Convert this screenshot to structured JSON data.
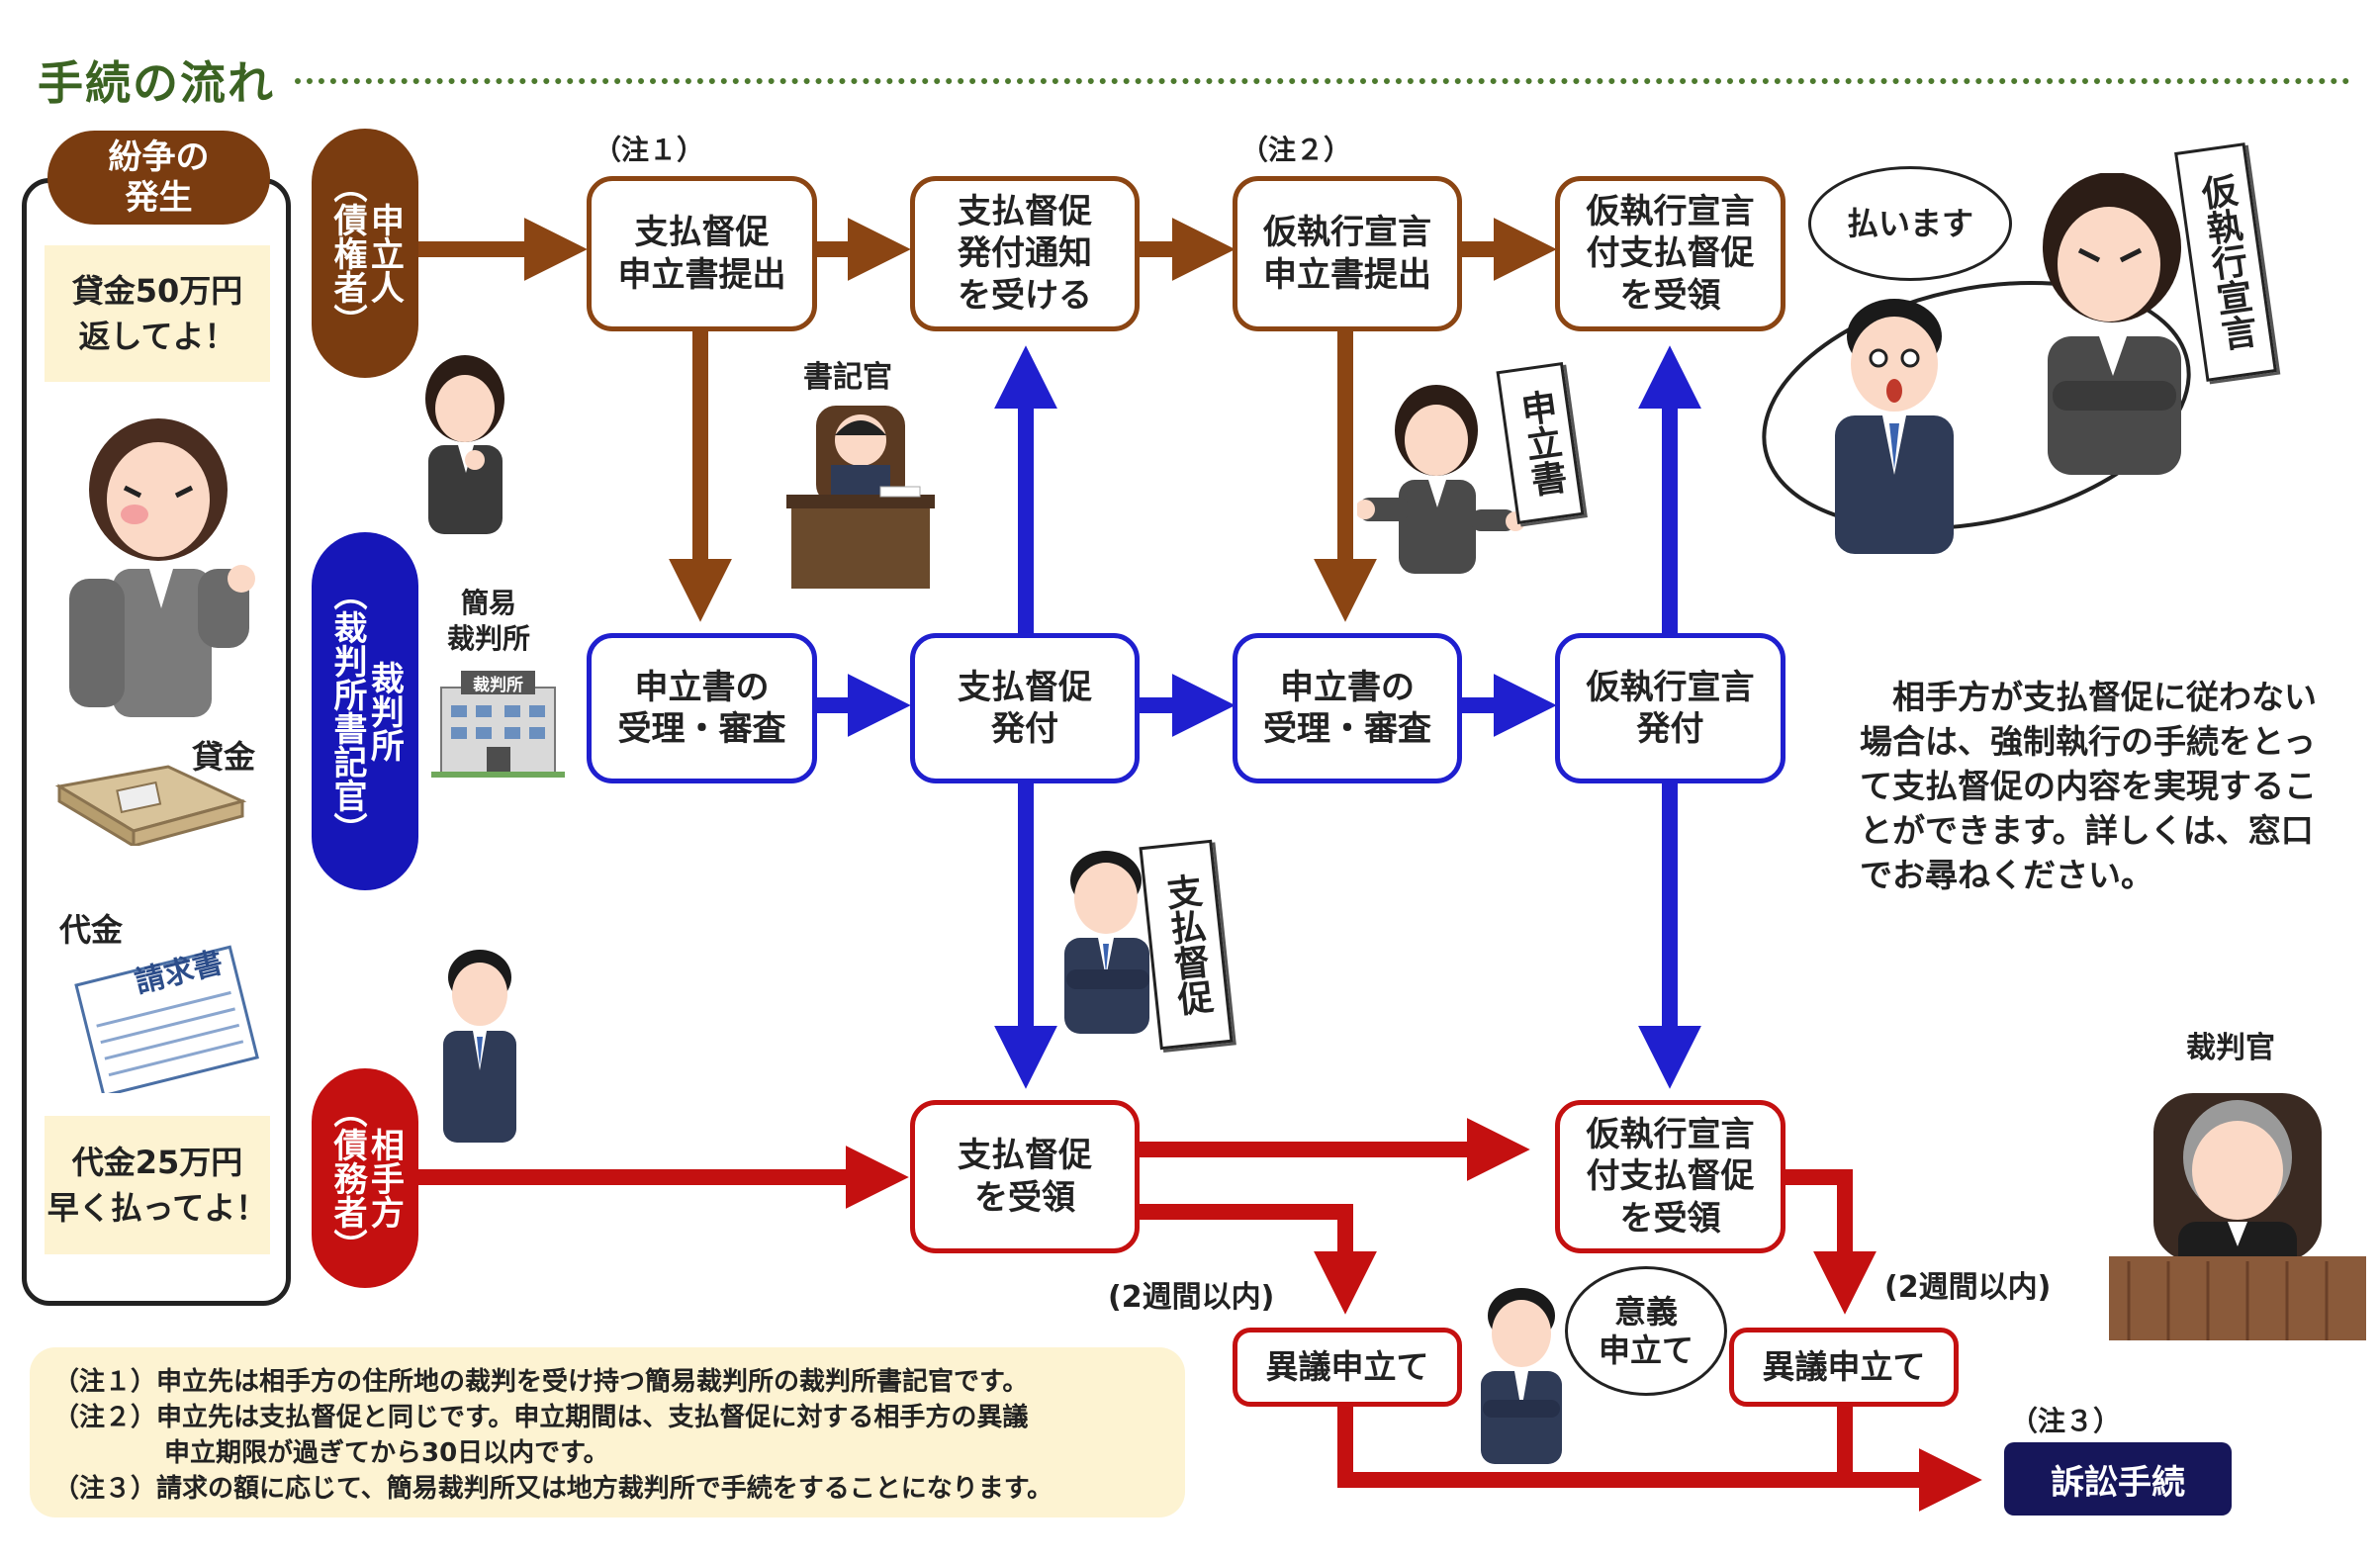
{
  "title": "手続の流れ",
  "left_panel": {
    "header": "紛争の\n発生",
    "box_top": "貸金50万円\n返してよ！",
    "label_loan": "貸金",
    "label_fee": "代金",
    "invoice_text": "請求書",
    "box_bottom": "代金25万円\n早く払ってよ！"
  },
  "rows": {
    "applicant": "申立人\n（債権者）",
    "court": "裁判所\n（裁判所書記官）",
    "respondent": "相手方\n（債務者）"
  },
  "labels": {
    "court_name": "簡易\n裁判所",
    "court_building_sign": "裁判所",
    "clerk": "書記官",
    "judge": "裁判官",
    "note1_tag": "（注１）",
    "note2_tag": "（注２）",
    "note3_tag": "（注３）",
    "two_weeks_left": "(2週間以内)",
    "two_weeks_right": "(2週間以内)"
  },
  "boxes": {
    "apply_order": "支払督促\n申立書提出",
    "notice_issue": "支払督促\n発付通知\nを受ける",
    "apply_provisional": "仮執行宣言\n申立書提出",
    "receive_provisional_applicant": "仮執行宣言\n付支払督促\nを受領",
    "accept_review_1": "申立書の\n受理・審査",
    "issue_order": "支払督促\n発付",
    "accept_review_2": "申立書の\n受理・審査",
    "issue_provisional": "仮執行宣言\n発付",
    "receive_order": "支払督促\nを受領",
    "receive_provisional_respondent": "仮執行宣言\n付支払督促\nを受領",
    "objection_left": "異議申立て",
    "objection_right": "異議申立て",
    "litigation": "訴訟手続"
  },
  "signs": {
    "application": "申立書",
    "payment_order": "支払督促",
    "provisional": "仮執行宣言"
  },
  "bubbles": {
    "pay": "払います",
    "objection": "意義\n申立て"
  },
  "right_text": "　相手方が支払督促に従わない場合は、強制執行の手続をとって支払督促の内容を実現することができます。詳しくは、窓口でお尋ねください。",
  "notes": [
    "（注１）申立先は相手方の住所地の裁判を受け持つ簡易裁判所の裁判所書記官です。",
    "（注２）申立先は支払督促と同じです。申立期間は、支払督促に対する相手方の異議",
    "申立期限が過ぎてから30日以内です。",
    "（注３）請求の額に応じて、簡易裁判所又は地方裁判所で手続をすることになります。"
  ],
  "colors": {
    "brown": "#8b4513",
    "blue": "#1f1fcf",
    "red": "#c41010",
    "navy": "#16165a",
    "title_green": "#3b6322",
    "cream": "#fdf3d2"
  }
}
